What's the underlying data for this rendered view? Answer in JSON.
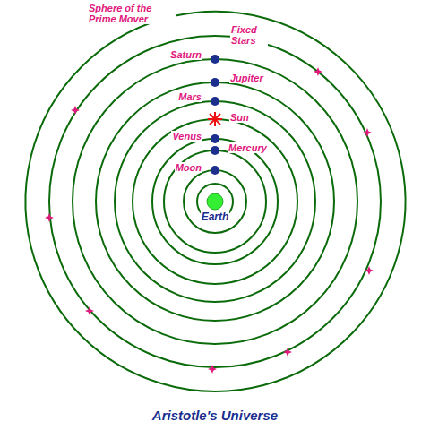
{
  "diagram": {
    "caption": "Aristotle's Universe",
    "labels": [
      "Sphere of the Prime Mover",
      "Fixed Stars",
      "Saturn",
      "Jupiter",
      "Mars",
      "Sun",
      "Venus",
      "Mercury",
      "Moon",
      "Earth"
    ]
  }
}
